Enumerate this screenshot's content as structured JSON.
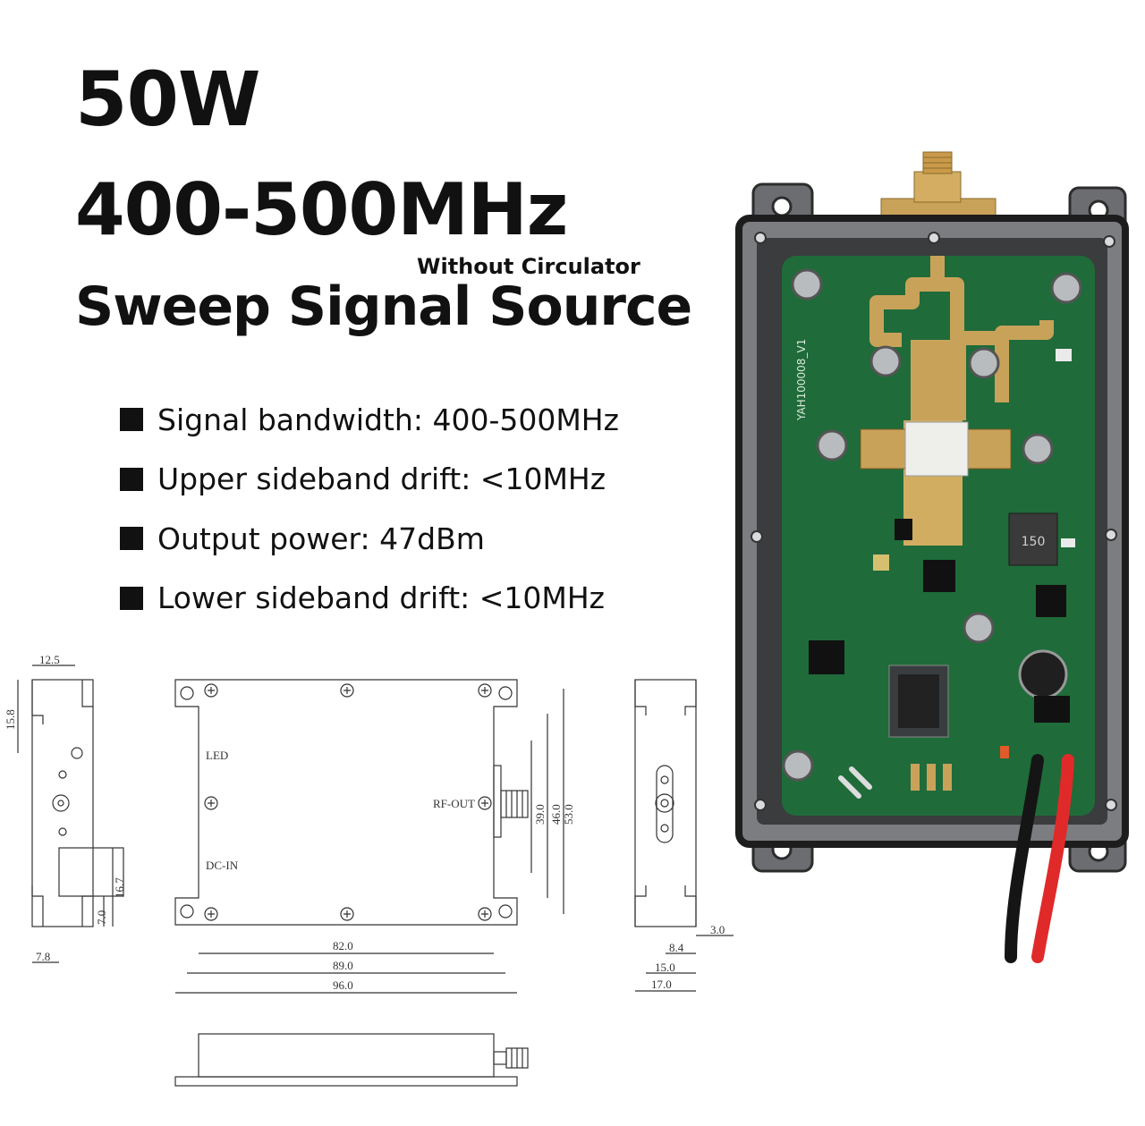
{
  "title": {
    "power": "50W",
    "frequency": "400-500MHz",
    "note": "Without Circulator",
    "product": "Sweep Signal Source"
  },
  "specs": [
    "Signal bandwidth: 400-500MHz",
    "Upper sideband drift: <10MHz",
    "Output power: 47dBm",
    "Lower sideband drift: <10MHz"
  ],
  "drawing": {
    "labels": {
      "led": "LED",
      "rf_out": "RF-OUT",
      "dc_in": "DC-IN"
    },
    "dimensions": {
      "d12_5": "12.5",
      "d15_8": "15.8",
      "d16_7": "16.7",
      "d7_0": "7.0",
      "d7_8": "7.8",
      "d39_0": "39.0",
      "d46_0": "46.0",
      "d53_0": "53.0",
      "d82_0": "82.0",
      "d89_0": "89.0",
      "d96_0": "96.0",
      "d3_0": "3.0",
      "d8_4": "8.4",
      "d15_0": "15.0",
      "d17_0": "17.0"
    }
  },
  "photo": {
    "pcb_marking": "YAH100008_V1",
    "inductor_marking": "150"
  },
  "colors": {
    "pcb_green": "#1f6b3a",
    "gold_trace": "#c9a25a",
    "frame": "#6b6d70",
    "wire_red": "#e02a2a",
    "wire_black": "#151515"
  }
}
